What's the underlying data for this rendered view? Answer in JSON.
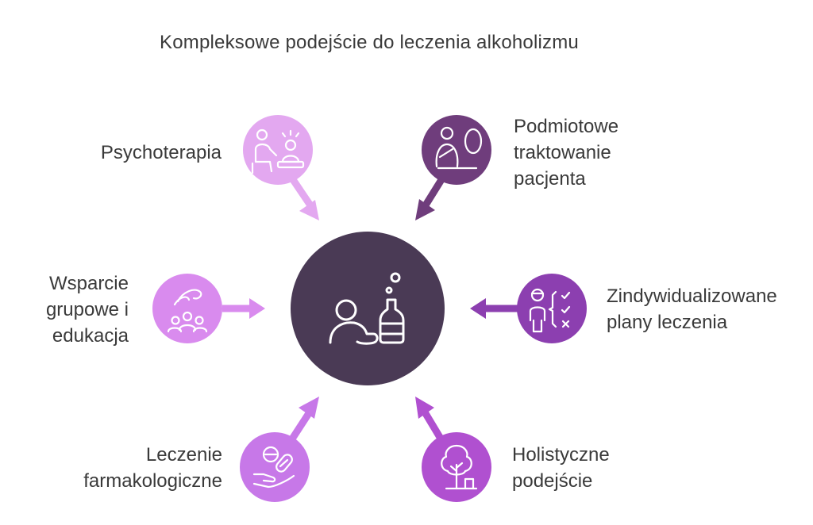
{
  "title": "Kompleksowe podejście do leczenia alkoholizmu",
  "center": {
    "icon": "person-with-bottle-icon",
    "color": "#4a3a55"
  },
  "nodes": [
    {
      "id": "psychoterapia",
      "lines": [
        "Psychoterapia"
      ],
      "icon": "therapy-session-icon",
      "color": "#e3a8f0"
    },
    {
      "id": "podmiotowe",
      "lines": [
        "Podmiotowe",
        "traktowanie",
        "pacjenta"
      ],
      "icon": "person-reflection-icon",
      "color": "#6f3d7c"
    },
    {
      "id": "wsparcie",
      "lines": [
        "Wsparcie",
        "grupowe i",
        "edukacja"
      ],
      "icon": "group-support-icon",
      "color": "#d98bee"
    },
    {
      "id": "zindywidualizowane",
      "lines": [
        "Zindywidualizowane",
        "plany leczenia"
      ],
      "icon": "personal-checklist-icon",
      "color": "#8c3fb0"
    },
    {
      "id": "farmakologiczne",
      "lines": [
        "Leczenie",
        "farmakologiczne"
      ],
      "icon": "pills-in-hand-icon",
      "color": "#c778e8"
    },
    {
      "id": "holistyczne",
      "lines": [
        "Holistyczne",
        "podejście"
      ],
      "icon": "tree-icon",
      "color": "#b050d0"
    }
  ]
}
